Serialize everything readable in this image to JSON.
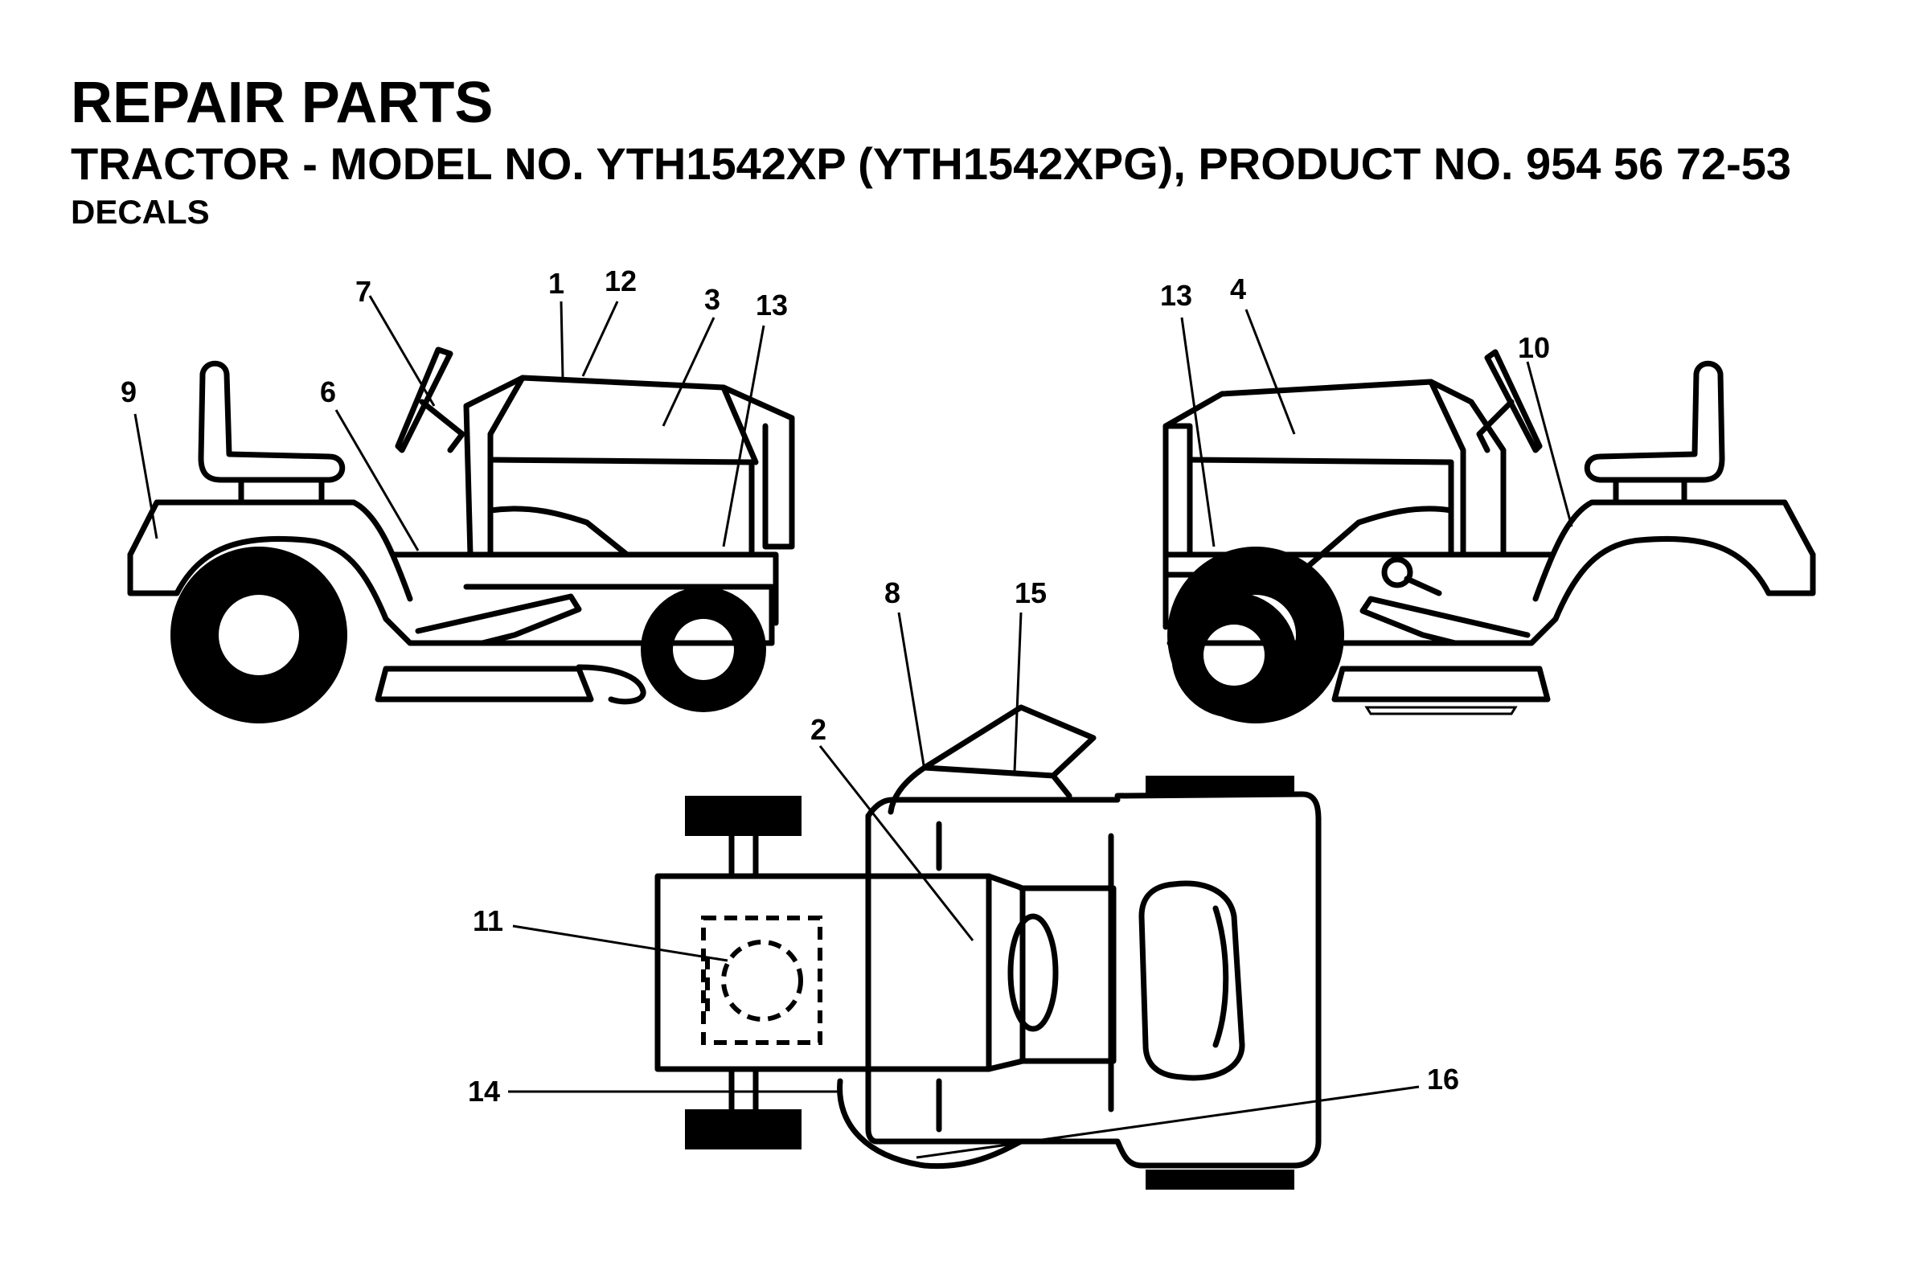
{
  "header": {
    "title": "REPAIR PARTS",
    "subtitle": "TRACTOR - MODEL NO. YTH1542XP (YTH1542XPG), PRODUCT NO. 954 56 72-53",
    "section": "DECALS"
  },
  "callouts": {
    "left_view": [
      "7",
      "1",
      "12",
      "3",
      "13",
      "9",
      "6"
    ],
    "right_view": [
      "13",
      "4",
      "10"
    ],
    "top_view": [
      "8",
      "15",
      "2",
      "11",
      "14",
      "16"
    ]
  }
}
